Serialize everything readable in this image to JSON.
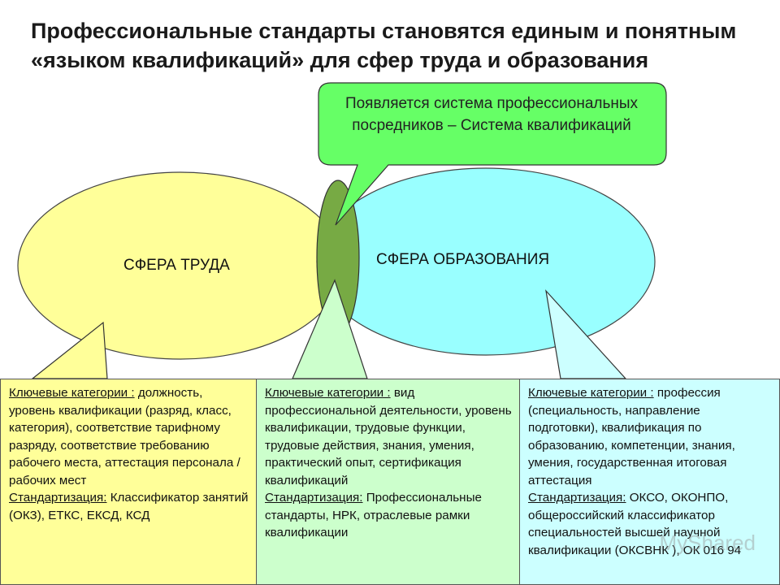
{
  "title": "Профессиональные стандарты становятся единым и понятным «языком квалификаций» для сфер труда и образования",
  "callout": "Появляется система профессиональных посредников – Система квалификаций",
  "spheres": {
    "labor": "СФЕРА ТРУДА",
    "education": "СФЕРА ОБРАЗОВАНИЯ"
  },
  "boxes": {
    "labor": {
      "key_label": "Ключевые категории :",
      "key_text": " должность, уровень квалификации (разряд, класс, категория), соответствие тарифному разряду, соответствие требованию рабочего места, аттестация персонала / рабочих мест",
      "std_label": "Стандартизация:",
      "std_text": " Классификатор занятий (ОКЗ), ЕТКС, ЕКСД, КСД"
    },
    "middle": {
      "key_label": "Ключевые категории :",
      "key_text": " вид профессиональной деятельности, уровень квалификации, трудовые функции, трудовые действия, знания, умения, практический опыт, сертификация квалификаций",
      "std_label": "Стандартизация:",
      "std_text": " Профессиональные стандарты, НРК, отраслевые рамки квалификации"
    },
    "education": {
      "key_label": "Ключевые категории :",
      "key_text": " профессия (специальность, направление подготовки), квалификация по образованию, компетенции, знания, умения, государственная итоговая аттестация",
      "std_label": "Стандартизация:",
      "std_text": " ОКСО, ОКОНПО, общероссийский классификатор специальностей высшей научной квалификации (ОКСВНК ), ОК 016 94"
    }
  },
  "watermark": "MyShared",
  "colors": {
    "labor_fill": "#ffff99",
    "education_fill": "#ccffff",
    "middle_fill": "#ccffcc",
    "callout_fill": "#66ff66",
    "lens_fill": "#77aa44"
  }
}
